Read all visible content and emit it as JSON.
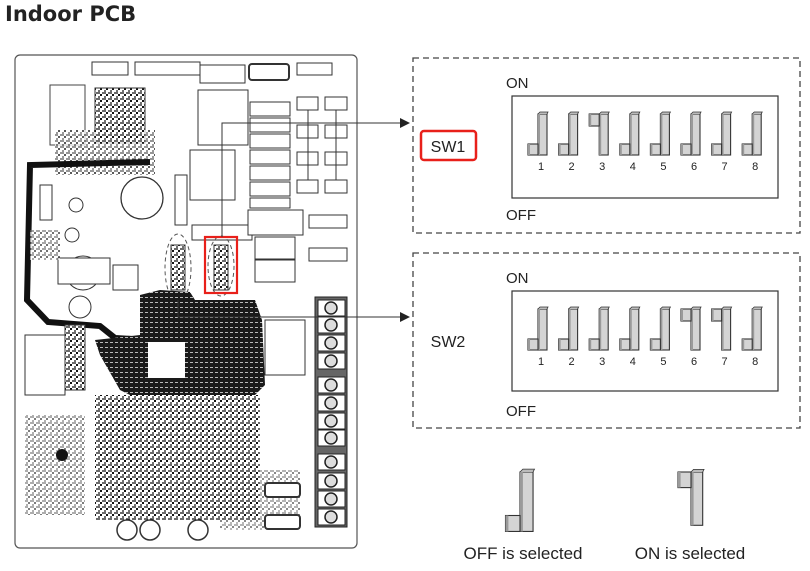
{
  "title": "Indoor PCB",
  "colors": {
    "highlight": "#e8201a",
    "switch_fill": "#d4d4d4",
    "line": "#333333"
  },
  "sw1": {
    "label": "SW1",
    "on_label": "ON",
    "off_label": "OFF",
    "numbers": [
      "1",
      "2",
      "3",
      "4",
      "5",
      "6",
      "7",
      "8"
    ],
    "states": [
      "OFF",
      "OFF",
      "ON",
      "OFF",
      "OFF",
      "OFF",
      "OFF",
      "OFF"
    ],
    "highlighted": true
  },
  "sw2": {
    "label": "SW2",
    "on_label": "ON",
    "off_label": "OFF",
    "numbers": [
      "1",
      "2",
      "3",
      "4",
      "5",
      "6",
      "7",
      "8"
    ],
    "states": [
      "OFF",
      "OFF",
      "OFF",
      "OFF",
      "OFF",
      "ON",
      "ON",
      "OFF"
    ],
    "highlighted": false
  },
  "legend": {
    "off_text": "OFF is selected",
    "on_text": "ON is selected"
  }
}
